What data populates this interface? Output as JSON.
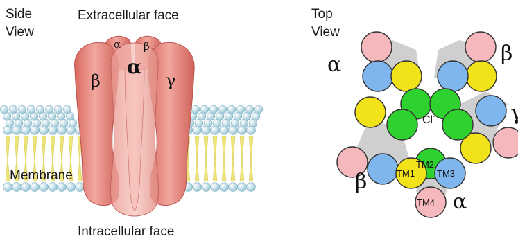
{
  "side_view": {
    "title_line1": "Side",
    "title_line2": "View",
    "top_label": "Extracellular face",
    "bottom_label": "Intracellular face",
    "membrane_label": "Membrane",
    "subunit_labels": {
      "left": "β",
      "back_left": "α",
      "back_right": "β",
      "front_center": "α",
      "right": "γ"
    }
  },
  "top_view": {
    "title_line1": "Top",
    "title_line2": "View",
    "subunit_labels": {
      "top_left": "α",
      "top_right": "β",
      "right": "γ",
      "bottom_left": "β",
      "bottom": "α"
    },
    "pore_ion": "Cl",
    "pore_ion_charge": "-",
    "helix_labels": {
      "tm1": "TM1",
      "tm2": "TM2",
      "tm3": "TM3",
      "tm4": "TM4"
    }
  },
  "colors": {
    "tm1": "#f2e21a",
    "tm2": "#2ed12e",
    "tm3": "#7fb6ee",
    "tm4": "#f4b8bd",
    "protein": "#e07f76",
    "lipid_head": "#b8dbe6",
    "lipid_tail": "#ede47a",
    "wedge": "#c9c9c9"
  }
}
